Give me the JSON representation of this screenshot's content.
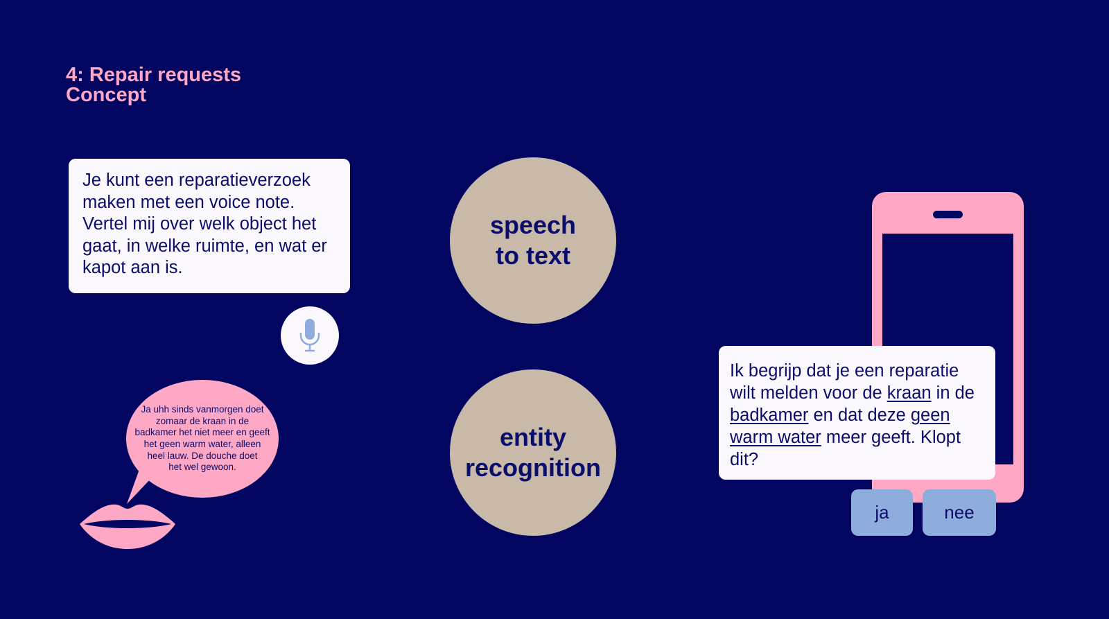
{
  "slide": {
    "title_line1": "4: Repair requests",
    "title_line2": "Concept"
  },
  "assistant_prompt": "Je kunt een reparatieverzoek maken met een voice note. Vertel mij over welk object het gaat, in welke ruimte, en wat er kapot aan is.",
  "user_speech": {
    "line1": "Ja uhh sinds vanmorgen doet zomaar de kraan in de badkamer het niet meer en geeft het geen warm water, alleen heel lauw. De douche doet",
    "line2": "het wel gewoon."
  },
  "steps": {
    "step1_line1": "speech",
    "step1_line2": "to text",
    "step2_line1": "entity",
    "step2_line2": "recognition"
  },
  "confirmation": {
    "t1": "Ik begrijp dat je een reparatie wilt melden voor de ",
    "e1": "kraan",
    "t2": " in de ",
    "e2": "badkamer",
    "t3": " en dat deze ",
    "e3": "geen warm water",
    "t4": " meer geeft. Klopt dit?"
  },
  "buttons": {
    "yes": "ja",
    "no": "nee"
  },
  "colors": {
    "background": "#020661",
    "accent_pink": "#ffa8c5",
    "circle": "#c8b9a8",
    "button": "#8eaddc",
    "text": "#0b0d6b"
  }
}
